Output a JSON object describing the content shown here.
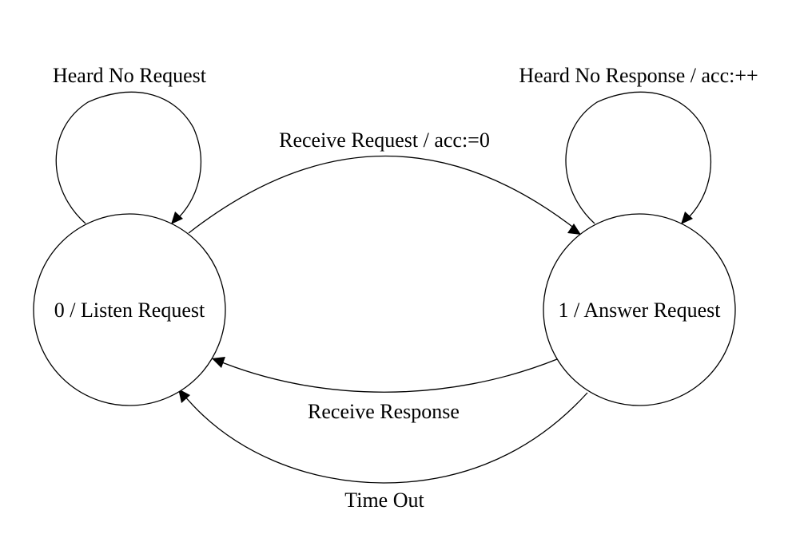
{
  "states": [
    {
      "id": "s0",
      "label": "0 / Listen Request"
    },
    {
      "id": "s1",
      "label": "1 / Answer Request"
    }
  ],
  "transitions": [
    {
      "id": "t-s0-self",
      "label": "Heard No Request"
    },
    {
      "id": "t-s1-self",
      "label": "Heard No Response / acc:++"
    },
    {
      "id": "t-s0-s1",
      "label": "Receive Request / acc:=0"
    },
    {
      "id": "t-s1-s0-response",
      "label": "Receive Response"
    },
    {
      "id": "t-s1-s0-timeout",
      "label": "Time Out"
    }
  ],
  "colors": {
    "stroke": "#000000",
    "fill": "#ffffff",
    "text": "#000000"
  }
}
